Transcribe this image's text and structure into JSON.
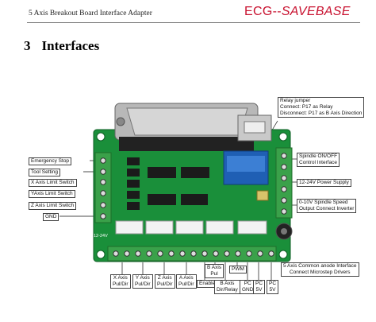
{
  "header": {
    "left_text": "5 Axis Breakout Board Interface Adapter",
    "brand_main": "ECG--",
    "brand_italic": "SAVEBASE"
  },
  "section": {
    "number": "3",
    "title": "Interfaces"
  },
  "colors": {
    "board": "#1a8f3a",
    "brand": "#c8102e",
    "terminal": "#3aa14a",
    "relay": "#1f5fb4"
  },
  "left_labels": {
    "emergency_stop": "Emergency Stop",
    "tool_setting": "Tool Setting",
    "x_limit": "X Axis Limit Switch",
    "y_limit": "YAxis Limit Switch",
    "z_limit": "Z Axis Limit Switch",
    "gnd": "GND"
  },
  "right_labels": {
    "relay_jumper": "Relay jumper",
    "relay_connect": "Connect: P17 as Relay",
    "relay_disconnect": "Disconnect: P17 as B Axis Direction",
    "spindle_1": "Spindle ON/OFF",
    "spindle_2": "Control Interface",
    "power": "12-24V Power Supply",
    "speed_1": "0-10V Spindle Speed",
    "speed_2": "Output Connect Inverter",
    "common_1": "5 Axis Common anode Interface",
    "common_2": "Connect Microstep Drivers"
  },
  "bottom_labels": {
    "x_axis_1": "X Axis",
    "x_axis_2": "Pul/Dir",
    "y_axis_1": "Y Axis",
    "y_axis_2": "Pul/Dir",
    "z_axis_1": "Z Axis",
    "z_axis_2": "Pul/Dir",
    "a_axis_1": "A Axis",
    "a_axis_2": "Pul/Dir",
    "enable": "Enable",
    "b_axis_1": "B Axis",
    "b_axis_2": "Pul",
    "b_axis_dir_1": "B Axis",
    "b_axis_dir_2": "Dir/Relay",
    "pwm": "PWM",
    "pc_gnd_1": "PC",
    "pc_gnd_2": "GND",
    "pc_5v_1": "PC",
    "pc_5v_2": "5V",
    "pc_5v_b_1": "PC",
    "pc_5v_b_2": "5V"
  },
  "board_text": {
    "voltage": "12-24V"
  }
}
